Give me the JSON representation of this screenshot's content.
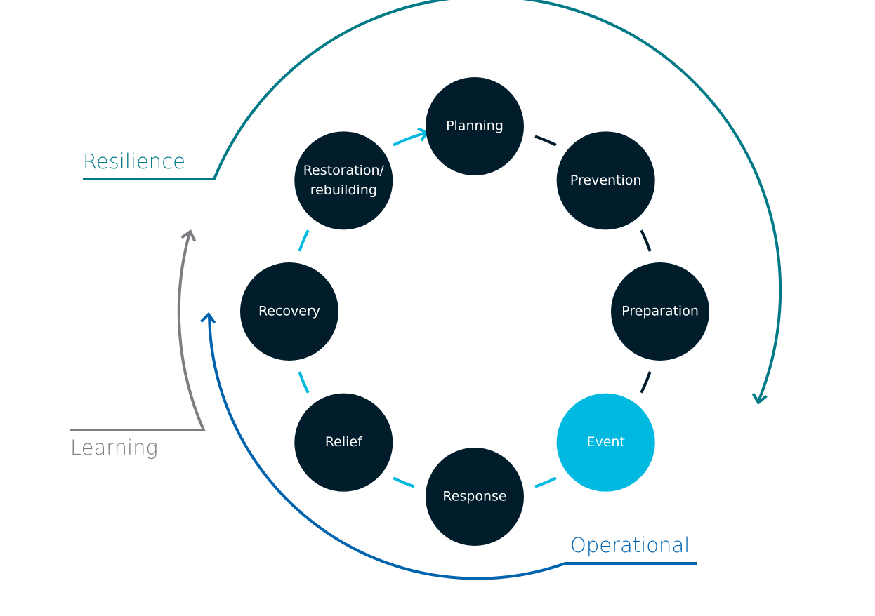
{
  "colors": {
    "node_dark": "#011c2b",
    "node_event": "#00b9e0",
    "connector_light": "#00b9e0",
    "resilience": "#007a87",
    "operational": "#0063ae",
    "learning": "#7d7d82"
  },
  "nodes": [
    {
      "lines": [
        "Planning"
      ]
    },
    {
      "lines": [
        "Prevention"
      ]
    },
    {
      "lines": [
        "Preparation"
      ]
    },
    {
      "lines": [
        "Event"
      ]
    },
    {
      "lines": [
        "Response"
      ]
    },
    {
      "lines": [
        "Relief"
      ]
    },
    {
      "lines": [
        "Recovery"
      ]
    },
    {
      "lines": [
        "Restoration/",
        "rebuilding"
      ]
    }
  ],
  "loops": {
    "resilience": "Resilience",
    "learning": "Learning",
    "operational": "Operational"
  }
}
